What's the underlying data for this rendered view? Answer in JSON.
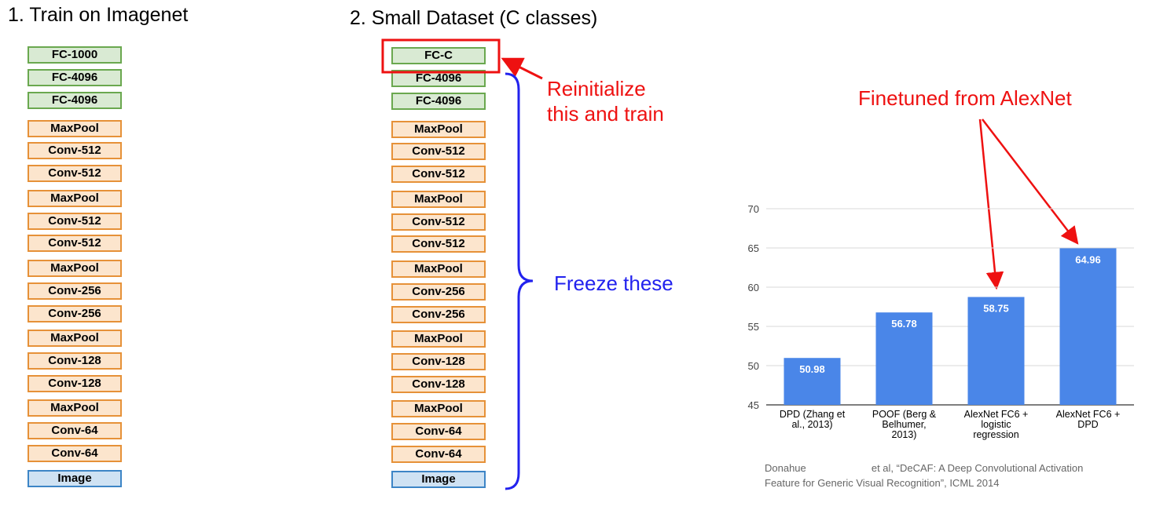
{
  "left_panel": {
    "title": "1. Train on Imagenet",
    "layers": [
      {
        "label": "FC-1000",
        "kind": "fc"
      },
      {
        "label": "FC-4096",
        "kind": "fc"
      },
      {
        "label": "FC-4096",
        "kind": "fc"
      },
      {
        "label": "MaxPool",
        "kind": "conv"
      },
      {
        "label": "Conv-512",
        "kind": "conv"
      },
      {
        "label": "Conv-512",
        "kind": "conv"
      },
      {
        "label": "MaxPool",
        "kind": "conv"
      },
      {
        "label": "Conv-512",
        "kind": "conv"
      },
      {
        "label": "Conv-512",
        "kind": "conv"
      },
      {
        "label": "MaxPool",
        "kind": "conv"
      },
      {
        "label": "Conv-256",
        "kind": "conv"
      },
      {
        "label": "Conv-256",
        "kind": "conv"
      },
      {
        "label": "MaxPool",
        "kind": "conv"
      },
      {
        "label": "Conv-128",
        "kind": "conv"
      },
      {
        "label": "Conv-128",
        "kind": "conv"
      },
      {
        "label": "MaxPool",
        "kind": "conv"
      },
      {
        "label": "Conv-64",
        "kind": "conv"
      },
      {
        "label": "Conv-64",
        "kind": "conv"
      },
      {
        "label": "Image",
        "kind": "img"
      }
    ]
  },
  "middle_panel": {
    "title": "2. Small Dataset (C classes)",
    "layers": [
      {
        "label": "FC-C",
        "kind": "fc"
      },
      {
        "label": "FC-4096",
        "kind": "fc"
      },
      {
        "label": "FC-4096",
        "kind": "fc"
      },
      {
        "label": "MaxPool",
        "kind": "conv"
      },
      {
        "label": "Conv-512",
        "kind": "conv"
      },
      {
        "label": "Conv-512",
        "kind": "conv"
      },
      {
        "label": "MaxPool",
        "kind": "conv"
      },
      {
        "label": "Conv-512",
        "kind": "conv"
      },
      {
        "label": "Conv-512",
        "kind": "conv"
      },
      {
        "label": "MaxPool",
        "kind": "conv"
      },
      {
        "label": "Conv-256",
        "kind": "conv"
      },
      {
        "label": "Conv-256",
        "kind": "conv"
      },
      {
        "label": "MaxPool",
        "kind": "conv"
      },
      {
        "label": "Conv-128",
        "kind": "conv"
      },
      {
        "label": "Conv-128",
        "kind": "conv"
      },
      {
        "label": "MaxPool",
        "kind": "conv"
      },
      {
        "label": "Conv-64",
        "kind": "conv"
      },
      {
        "label": "Conv-64",
        "kind": "conv"
      },
      {
        "label": "Image",
        "kind": "img"
      }
    ]
  },
  "annotations": {
    "reinitialize": [
      "Reinitialize",
      "this and train"
    ],
    "freeze": "Freeze these",
    "finetuned": "Finetuned from AlexNet"
  },
  "colors": {
    "fc_fill": "#d9ead3",
    "fc_border": "#6aa84f",
    "conv_fill": "#fce5cd",
    "conv_border": "#e69138",
    "img_fill": "#cfe2f3",
    "img_border": "#3d85c6",
    "highlight_red": "#ee1111",
    "brace_blue": "#2222ee",
    "bar": "#4a86e8"
  },
  "chart_data": {
    "type": "bar",
    "categories": [
      [
        "DPD (Zhang et",
        "al., 2013)"
      ],
      [
        "POOF (Berg &",
        "Belhumer,",
        "2013)"
      ],
      [
        "AlexNet FC6 +",
        "logistic",
        "regression"
      ],
      [
        "AlexNet FC6 +",
        "DPD"
      ]
    ],
    "values": [
      50.98,
      56.78,
      58.75,
      64.96
    ],
    "data_labels": [
      "50.98",
      "56.78",
      "58.75",
      "64.96"
    ],
    "ylim": [
      45,
      70
    ],
    "yticks": [
      45,
      50,
      55,
      60,
      65,
      70
    ],
    "grid": true,
    "legend": "none",
    "title": "",
    "xlabel": "",
    "ylabel": ""
  },
  "citation": {
    "line1": "Donahue                       et al, “DeCAF: A Deep Convolutional Activation",
    "line2": "Feature for Generic Visual Recognition”, ICML 2014"
  }
}
